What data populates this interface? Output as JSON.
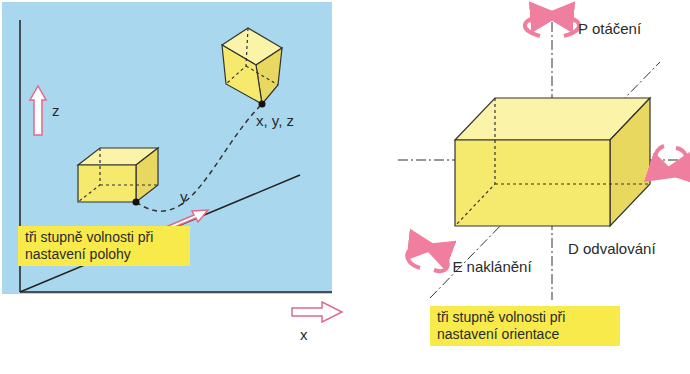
{
  "diagram": {
    "nodes": [
      {
        "text": [
          "tři stupně volnosti při nastavení polohy"
        ]
      },
      {
        "text": [
          "tři stupně volnosti při nastavení orientace"
        ]
      }
    ],
    "labels": [
      "z",
      "y",
      "x, y, z",
      "x",
      "P otáčení",
      "D odvalování",
      "E naklánění"
    ]
  }
}
